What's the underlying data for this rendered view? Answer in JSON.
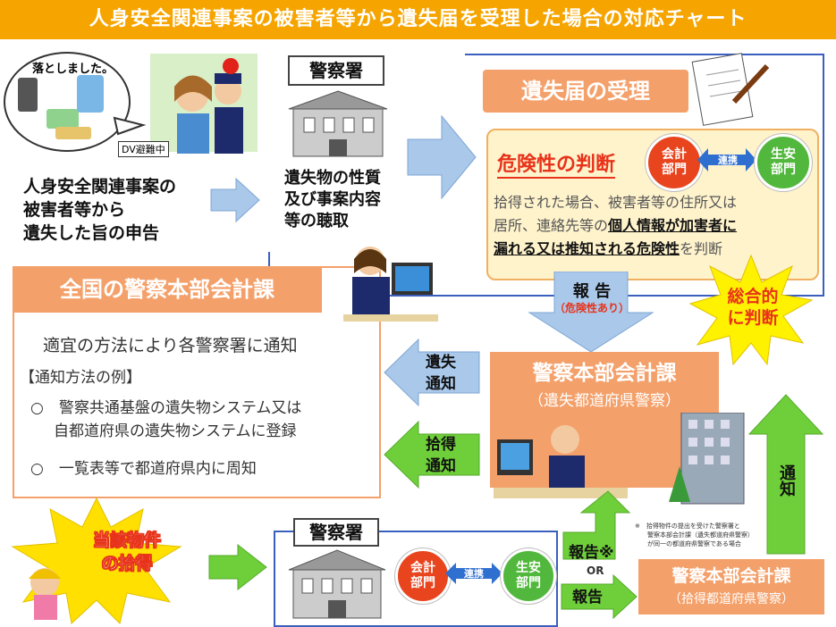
{
  "title": "人身安全関連事案の被害者等から遺失届を受理した場合の対応チャート",
  "speech": {
    "text": "落としました。",
    "dv_label": "DV避難中"
  },
  "victim": {
    "lines": [
      "人身安全関連事案の",
      "被害者等から",
      "遺失した旨の申告"
    ]
  },
  "police_station_top": {
    "badge": "警察署",
    "lines": [
      "遺失物の性質",
      "及び事案内容",
      "等の聴取"
    ]
  },
  "receipt": {
    "header": "遺失届の受理"
  },
  "danger": {
    "title": "危険性の判断",
    "circle_left": "会計\n部門",
    "link": "連携",
    "circle_right": "生安\n部門",
    "line1": "拾得された場合、被害者等の住所又は",
    "line2_pre": "居所、連絡先等の",
    "line2_bold": "個人情報が加害者に",
    "line3_bold": "漏れる又は推知される危険性",
    "line3_post": "を判断"
  },
  "report_arrow": {
    "label": "報 告",
    "sub": "（危険性あり）"
  },
  "burst_right": "総合的\nに判断",
  "national": {
    "header": "全国の警察本部会計課",
    "notify": "適宜の方法により各警察署に通知",
    "examples_label": "【通知方法の例】",
    "item1_line1": "○　警察共通基盤の遺失物システム又は",
    "item1_line2": "自都道府県の遺失物システムに登録",
    "item2": "○　一覧表等で都道府県内に周知"
  },
  "arrow_lost_notice": "遺失\n通知",
  "arrow_found_notice": "拾得\n通知",
  "hq_lost": {
    "title": "警察本部会計課",
    "sub": "（遺失都道府県警察）"
  },
  "found_burst": "当該物件\nの拾得",
  "police_station_bottom": {
    "badge": "警察署",
    "circle_left": "会計\n部門",
    "link": "連携",
    "circle_right": "生安\n部門"
  },
  "report_up": "報告※",
  "or_label": "OR",
  "report_right": "報告",
  "footnote": "※　拾得物件の提出を受けた警察署と\n　　警察本部会計課（遺失都道府県警察）\n　　が同一の都道府県警察である場合",
  "hq_found": {
    "title": "警察本部会計課",
    "sub": "（拾得都道府県警察）"
  },
  "notify_vertical": "通知",
  "colors": {
    "title_bg": "#f6a500",
    "blue_arrow": "#a9c8ea",
    "green_arrow": "#6fcf3a",
    "orange_box": "#f4a06a",
    "red_text": "#e8321a"
  }
}
